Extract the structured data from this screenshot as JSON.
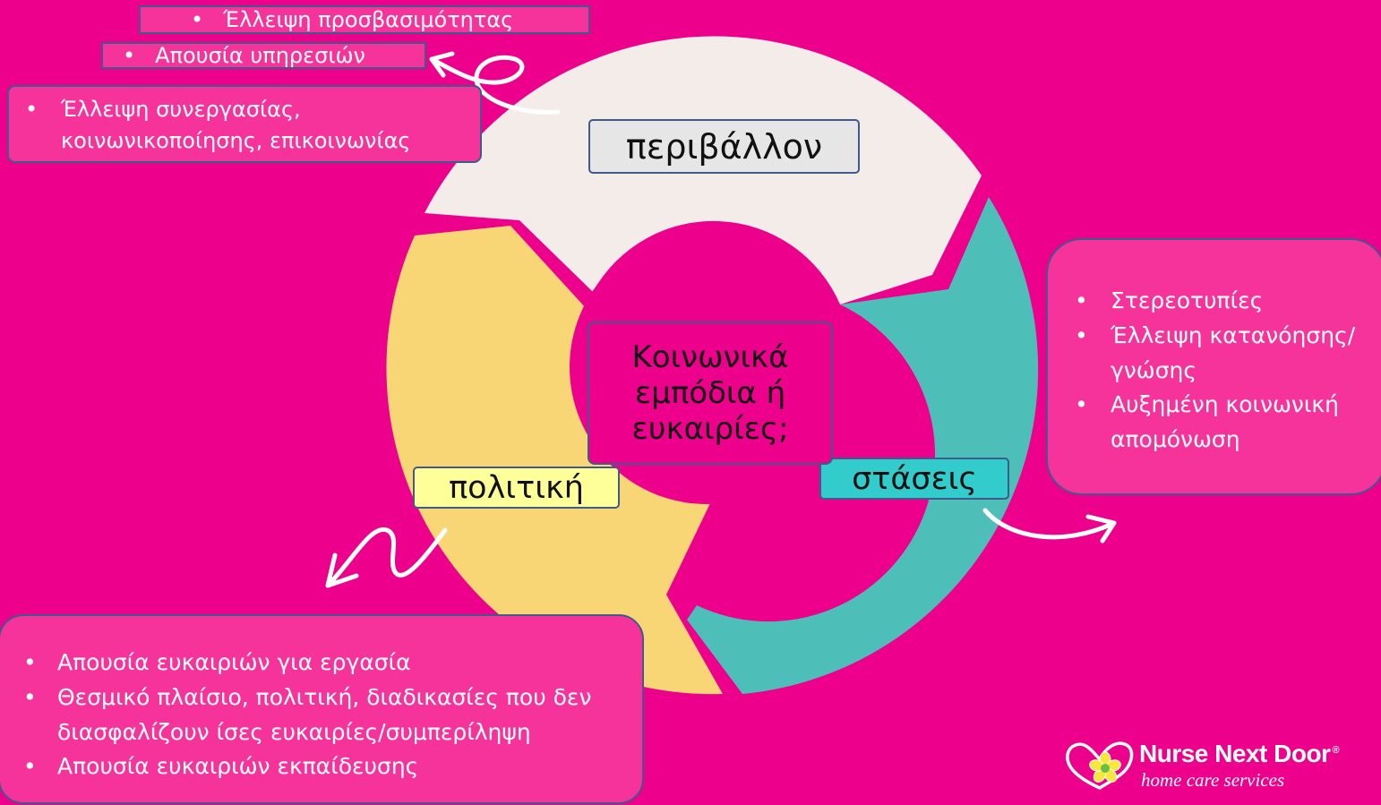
{
  "colors": {
    "background": "#EC008C",
    "box_fill": "#F6339A",
    "box_border": "#3F5B8C",
    "segment_environment": "#F3ECE8",
    "segment_policy": "#F8D575",
    "segment_attitudes": "#4DBFB8",
    "label_environment_fill": "#E6E6E6",
    "label_policy_fill": "#FFFF99",
    "label_attitudes_fill": "#33CCCC",
    "text_light": "#FFFFFF"
  },
  "cycle": {
    "center_lines": [
      "Κοινωνικά",
      "εμπόδια ή",
      "ευκαιρίες;"
    ],
    "environment_label": "περιβάλλον",
    "policy_label": "πολιτική",
    "attitudes_label": "στάσεις"
  },
  "environment_notes": {
    "strip_1": "Έλλειψη προσβασιμότητας",
    "strip_2": "Απουσία υπηρεσιών",
    "box_items": [
      "Έλλειψη συνεργασίας, κοινωνικοποίησης, επικοινωνίας"
    ]
  },
  "attitudes_notes": {
    "items": [
      "Στερεοτυπίες",
      "Έλλειψη κατανόησης/γνώσης",
      "Αυξημένη κοινωνική απομόνωση"
    ]
  },
  "policy_notes": {
    "items": [
      "Απουσία ευκαιριών για εργασία",
      "Θεσμικό πλαίσιο, πολιτική, διαδικασίες που δεν διασφαλίζουν ίσες ευκαιρίες/συμπερίληψη",
      "Απουσία ευκαιριών εκπαίδευσης"
    ]
  },
  "logo": {
    "name": "Nurse Next Door",
    "registered_mark": "®",
    "tagline": "home care services",
    "icon": "heart-flower-icon"
  },
  "icons": {
    "arrow_top": "curly-arrow-left-icon",
    "arrow_right": "curved-arrow-right-icon",
    "arrow_bottom": "squiggle-arrow-down-left-icon"
  }
}
